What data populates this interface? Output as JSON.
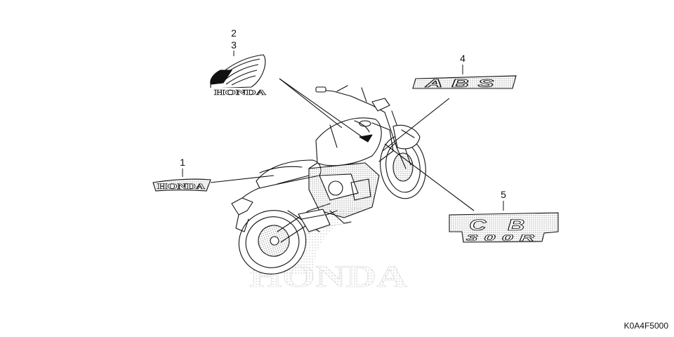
{
  "diagram": {
    "part_code": "K0A4F5000",
    "callouts": [
      {
        "num": "1",
        "part": "HONDA"
      },
      {
        "num": "2"
      },
      {
        "num": "3",
        "part": "HONDA"
      },
      {
        "num": "4",
        "part": "ABS"
      },
      {
        "num": "5",
        "part_top": "CB",
        "part_bottom": "300R"
      }
    ],
    "watermark": "HONDA",
    "colors": {
      "line": "#111111",
      "stipple": "#9a9a9a",
      "watermark": "#c8c8c8"
    }
  }
}
